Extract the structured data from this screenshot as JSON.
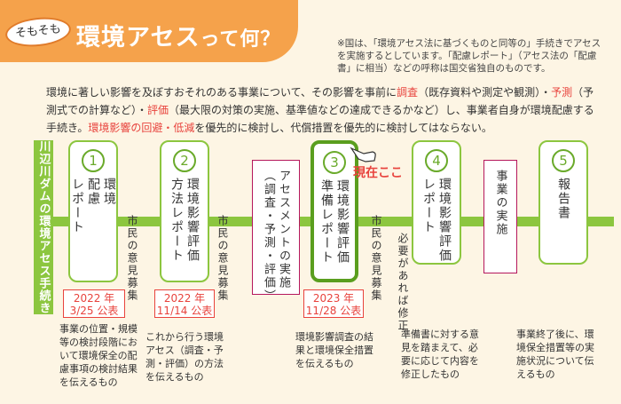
{
  "header": {
    "badge": "そもそも",
    "title_main": "環境アセス",
    "title_tail": "って何？"
  },
  "note": "※国は、「環境アセス法に基づくものと同等の」手続きでアセスを実施するとしています。「配慮レポート」（アセス法の「配慮書」に相当）などの呼称は国交省独自のものです。",
  "intro": {
    "p1": "環境に著しい影響を及ぼすおそれのある事業について、その影響を事前に",
    "h1": "調査",
    "p2": "（既存資料や測定や観測）・",
    "h2": "予測",
    "p3": "（予測式での計算など）・",
    "h3": "評価",
    "p4": "（最大限の対策の実施、基準値などの達成できるかなど）し、事業者自身が環境配慮する手続き。",
    "h4": "環境影響の回避・低減",
    "p5": "を優先的に検討し、代償措置を優先的に検討してはならない。"
  },
  "side_label": "川辺川ダムの環境アセス手続き",
  "steps": [
    {
      "num": "1",
      "label": "環境\n配慮\nレポート"
    },
    {
      "num": "2",
      "label": "環境影響評価\n方法レポート"
    },
    {
      "num": "3",
      "label": "環境影響評価\n準備レポート"
    },
    {
      "num": "4",
      "label": "環境影響評価\nレポート"
    },
    {
      "num": "5",
      "label": "報告書"
    }
  ],
  "process_boxes": [
    {
      "label": "アセスメントの実施\n（調査・予測・評価）"
    },
    {
      "label": "事業の実施"
    }
  ],
  "opinions": [
    "市民の意見募集",
    "市民の意見募集",
    "市民の意見募集"
  ],
  "revise_label": "必要があれば修正",
  "current_label": "現在ここ",
  "dates": [
    {
      "year": "2022 年",
      "day": "3/25 公表"
    },
    {
      "year": "2022 年",
      "day": "11/14 公表"
    },
    {
      "year": "2023 年",
      "day": "11/28 公表"
    }
  ],
  "descriptions": [
    "事業の位置・規模等の検討段階において環境保全の配慮事項の検討結果を伝えるもの",
    "これから行う環境アセス（調査・予測・評価）の方法を伝えるもの",
    "環境影響調査の結果と環境保全措置を伝えるもの",
    "準備書に対する意見を踏まえて、必要に応じて内容を修正したもの",
    "事業終了後に、環境保全措置等の実施状況について伝えるもの"
  ],
  "colors": {
    "accent_orange": "#f5a24b",
    "green": "#8cc63f",
    "red": "#e8433d",
    "magenta": "#b5175c"
  }
}
